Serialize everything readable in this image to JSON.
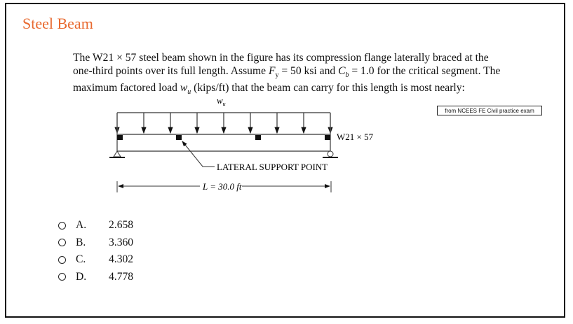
{
  "title": "Steel Beam",
  "question": {
    "line1": "The W21 × 57 steel beam shown in the figure has its compression flange laterally braced at the",
    "line2_a": "one-third points over its full length. Assume ",
    "fy_sym": "F",
    "fy_sub": "y",
    "line2_b": " = 50 ksi and ",
    "cb_sym": "C",
    "cb_sub": "b",
    "line2_c": " = 1.0 for the critical segment. The",
    "line3_a": "maximum factored load ",
    "wu_sym": "w",
    "wu_sub": "u",
    "line3_b": " (kips/ft) that the beam can carry for this length is most nearly:"
  },
  "source_note": "from NCEES FE Civil practice exam",
  "figure": {
    "load_label": "w",
    "load_sub": "u",
    "section_label": "W21 × 57",
    "support_label": "LATERAL SUPPORT POINT",
    "span_label": "L = 30.0 ft"
  },
  "options": [
    {
      "letter": "A.",
      "value": "2.658"
    },
    {
      "letter": "B.",
      "value": "3.360"
    },
    {
      "letter": "C.",
      "value": "4.302"
    },
    {
      "letter": "D.",
      "value": "4.778"
    }
  ]
}
